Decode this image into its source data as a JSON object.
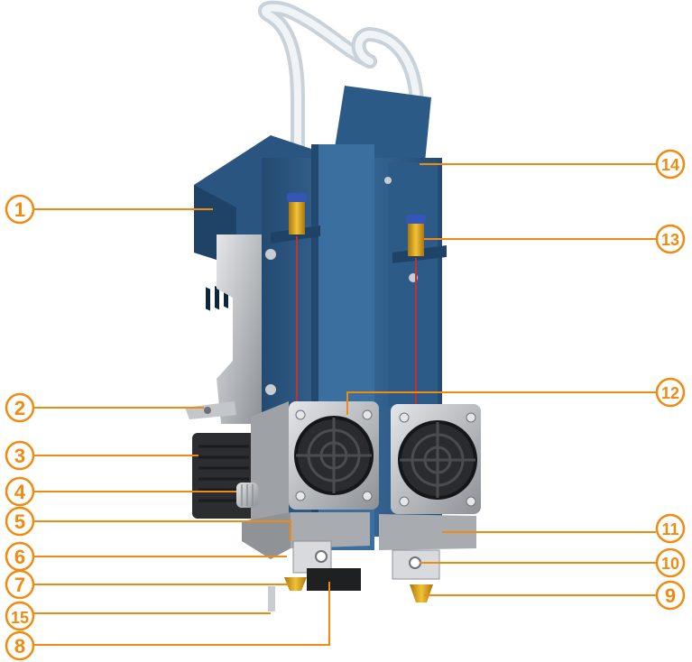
{
  "callouts": [
    {
      "id": "1",
      "label": "1"
    },
    {
      "id": "2",
      "label": "2"
    },
    {
      "id": "3",
      "label": "3"
    },
    {
      "id": "4",
      "label": "4"
    },
    {
      "id": "5",
      "label": "5"
    },
    {
      "id": "6",
      "label": "6"
    },
    {
      "id": "7",
      "label": "7"
    },
    {
      "id": "8",
      "label": "8"
    },
    {
      "id": "9",
      "label": "9"
    },
    {
      "id": "10",
      "label": "10"
    },
    {
      "id": "11",
      "label": "11"
    },
    {
      "id": "12",
      "label": "12"
    },
    {
      "id": "13",
      "label": "13"
    },
    {
      "id": "14",
      "label": "14"
    },
    {
      "id": "15",
      "label": "15"
    }
  ],
  "colors": {
    "callout": "#f08a10",
    "body_blue": "#2f5f8f",
    "body_blue_dark": "#244a70",
    "metal": "#b9bcc0",
    "brass": "#d4a21e",
    "tube": "#e4eaee"
  }
}
